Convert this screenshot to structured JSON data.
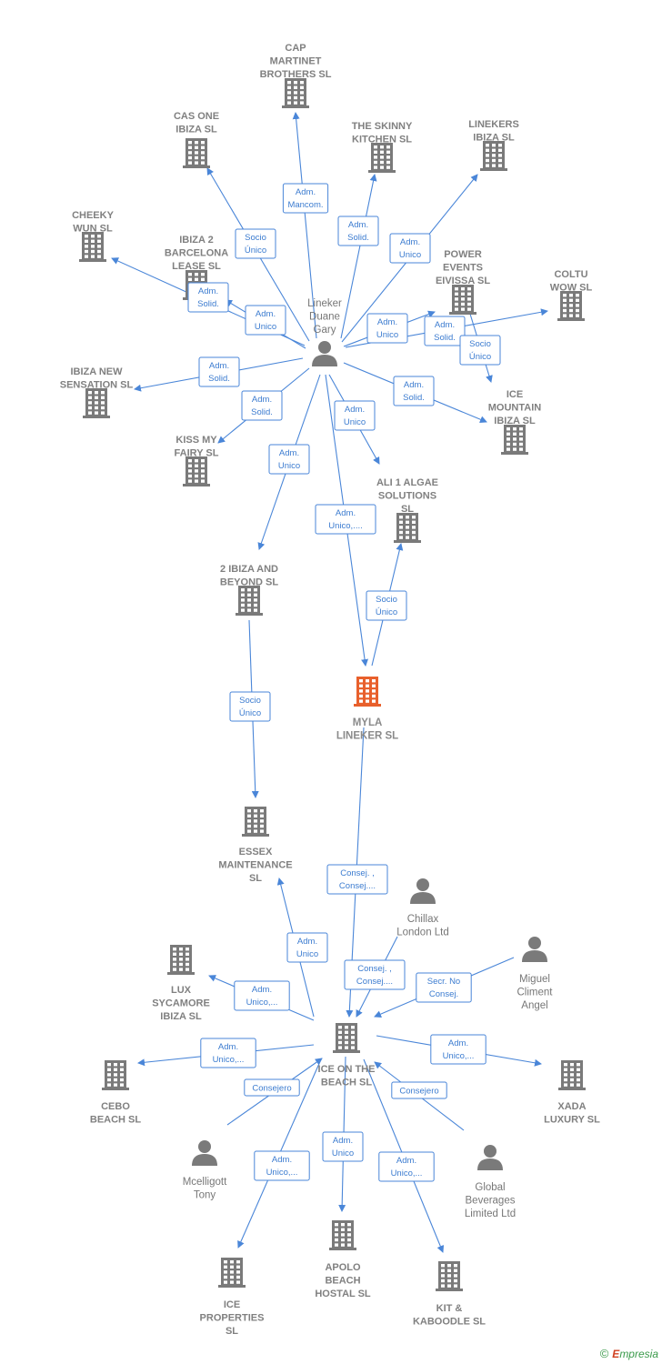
{
  "colors": {
    "edge": "#4a86d8",
    "company": "#7a7a7a",
    "main_company": "#e8602c",
    "person": "#7a7a7a"
  },
  "nodes": [
    {
      "id": "cap",
      "type": "company",
      "lines": [
        "CAP",
        "MARTINET",
        "BROTHERS  SL"
      ]
    },
    {
      "id": "casone",
      "type": "company",
      "lines": [
        "CAS ONE",
        "IBIZA  SL"
      ]
    },
    {
      "id": "skinny",
      "type": "company",
      "lines": [
        "THE SKINNY",
        "KITCHEN  SL"
      ]
    },
    {
      "id": "linekers",
      "type": "company",
      "lines": [
        "LINEKERS",
        "IBIZA  SL"
      ]
    },
    {
      "id": "cheeky",
      "type": "company",
      "lines": [
        "CHEEKY",
        "WUN  SL"
      ]
    },
    {
      "id": "ibiza2",
      "type": "company",
      "lines": [
        "IBIZA 2",
        "BARCELONA",
        "LEASE  SL"
      ]
    },
    {
      "id": "power",
      "type": "company",
      "lines": [
        "POWER",
        "EVENTS",
        "EIVISSA SL"
      ]
    },
    {
      "id": "coltu",
      "type": "company",
      "lines": [
        "COLTU",
        "WOW  SL"
      ]
    },
    {
      "id": "lineker",
      "type": "person",
      "lines": [
        "Lineker",
        "Duane",
        "Gary"
      ]
    },
    {
      "id": "ibizanew",
      "type": "company",
      "lines": [
        "IBIZA NEW",
        "SENSATION  SL"
      ]
    },
    {
      "id": "kiss",
      "type": "company",
      "lines": [
        "KISS MY",
        "FAIRY  SL"
      ]
    },
    {
      "id": "icemount",
      "type": "company",
      "lines": [
        "ICE",
        "MOUNTAIN",
        "IBIZA SL"
      ]
    },
    {
      "id": "ali",
      "type": "company",
      "lines": [
        "ALI 1 ALGAE",
        "SOLUTIONS",
        "SL"
      ]
    },
    {
      "id": "ibiza2beyond",
      "type": "company",
      "lines": [
        "2 IBIZA AND",
        "BEYOND  SL"
      ]
    },
    {
      "id": "myla",
      "type": "main",
      "lines": [
        "MYLA",
        "LINEKER  SL"
      ]
    },
    {
      "id": "essex",
      "type": "company",
      "lines": [
        "ESSEX",
        "MAINTENANCE",
        "SL"
      ]
    },
    {
      "id": "chillax",
      "type": "person",
      "lines": [
        "Chillax",
        "London Ltd"
      ]
    },
    {
      "id": "miguel",
      "type": "person",
      "lines": [
        "Miguel",
        "Climent",
        "Angel"
      ]
    },
    {
      "id": "lux",
      "type": "company",
      "lines": [
        "LUX",
        "SYCAMORE",
        "IBIZA  SL"
      ]
    },
    {
      "id": "iceonbeach",
      "type": "company",
      "lines": [
        "ICE ON THE",
        "BEACH  SL"
      ]
    },
    {
      "id": "cebo",
      "type": "company",
      "lines": [
        "CEBO",
        "BEACH  SL"
      ]
    },
    {
      "id": "xada",
      "type": "company",
      "lines": [
        "XADA",
        "LUXURY  SL"
      ]
    },
    {
      "id": "mcelligott",
      "type": "person",
      "lines": [
        "Mcelligott",
        "Tony"
      ]
    },
    {
      "id": "global",
      "type": "person",
      "lines": [
        "Global",
        "Beverages",
        "Limited Ltd"
      ]
    },
    {
      "id": "apolo",
      "type": "company",
      "lines": [
        "APOLO",
        "BEACH",
        "HOSTAL  SL"
      ]
    },
    {
      "id": "iceprop",
      "type": "company",
      "lines": [
        "ICE",
        "PROPERTIES",
        "SL"
      ]
    },
    {
      "id": "kit",
      "type": "company",
      "lines": [
        "KIT &",
        "KABOODLE  SL"
      ]
    }
  ],
  "edges": [
    {
      "from": "lineker",
      "to": "cap",
      "label": [
        "Adm.",
        "Mancom."
      ]
    },
    {
      "from": "lineker",
      "to": "casone",
      "label": [
        "Socio",
        "Único"
      ]
    },
    {
      "from": "lineker",
      "to": "skinny",
      "label": [
        "Adm.",
        "Solid."
      ]
    },
    {
      "from": "lineker",
      "to": "linekers",
      "label": [
        "Adm.",
        "Unico"
      ]
    },
    {
      "from": "lineker",
      "to": "cheeky",
      "label": [
        "Adm.",
        "Solid."
      ]
    },
    {
      "from": "lineker",
      "to": "ibiza2",
      "label": [
        "Adm.",
        "Unico"
      ]
    },
    {
      "from": "lineker",
      "to": "power",
      "label": [
        "Adm.",
        "Unico"
      ]
    },
    {
      "from": "lineker",
      "to": "coltu",
      "label": [
        "Adm.",
        "Solid."
      ]
    },
    {
      "from": "power",
      "to": "coltu",
      "label": [
        "Socio",
        "Único"
      ]
    },
    {
      "from": "lineker",
      "to": "ibizanew",
      "label": [
        "Adm.",
        "Solid."
      ]
    },
    {
      "from": "lineker",
      "to": "kiss",
      "label": [
        "Adm.",
        "Solid."
      ]
    },
    {
      "from": "lineker",
      "to": "icemount",
      "label": [
        "Adm.",
        "Solid."
      ]
    },
    {
      "from": "lineker",
      "to": "ali",
      "label": [
        "Adm.",
        "Unico"
      ]
    },
    {
      "from": "lineker",
      "to": "ibiza2beyond",
      "label": [
        "Adm.",
        "Unico"
      ]
    },
    {
      "from": "lineker",
      "to": "myla",
      "label": [
        "Adm.",
        "Unico,...."
      ]
    },
    {
      "from": "myla",
      "to": "ali",
      "label": [
        "Socio",
        "Único"
      ]
    },
    {
      "from": "ibiza2beyond",
      "to": "essex",
      "label": [
        "Socio",
        "Único"
      ]
    },
    {
      "from": "myla",
      "to": "iceonbeach",
      "label": [
        "Consej. ,",
        "Consej...."
      ]
    },
    {
      "from": "chillax",
      "to": "iceonbeach",
      "label": [
        "Consej. ,",
        "Consej...."
      ]
    },
    {
      "from": "miguel",
      "to": "iceonbeach",
      "label": [
        "Secr.  No",
        "Consej."
      ]
    },
    {
      "from": "iceonbeach",
      "to": "essex",
      "label": [
        "Adm.",
        "Unico"
      ]
    },
    {
      "from": "iceonbeach",
      "to": "lux",
      "label": [
        "Adm.",
        "Unico,..."
      ]
    },
    {
      "from": "iceonbeach",
      "to": "cebo",
      "label": [
        "Adm.",
        "Unico,..."
      ]
    },
    {
      "from": "iceonbeach",
      "to": "xada",
      "label": [
        "Adm.",
        "Unico,..."
      ]
    },
    {
      "from": "mcelligott",
      "to": "iceonbeach",
      "label": [
        "Consejero"
      ]
    },
    {
      "from": "global",
      "to": "iceonbeach",
      "label": [
        "Consejero"
      ]
    },
    {
      "from": "iceonbeach",
      "to": "apolo",
      "label": [
        "Adm.",
        "Unico"
      ]
    },
    {
      "from": "iceonbeach",
      "to": "iceprop",
      "label": [
        "Adm.",
        "Unico,..."
      ]
    },
    {
      "from": "iceonbeach",
      "to": "kit",
      "label": [
        "Adm.",
        "Unico,..."
      ]
    }
  ],
  "footer": {
    "copyright": "©",
    "brand_e": "E",
    "brand_rest": "mpresia"
  }
}
